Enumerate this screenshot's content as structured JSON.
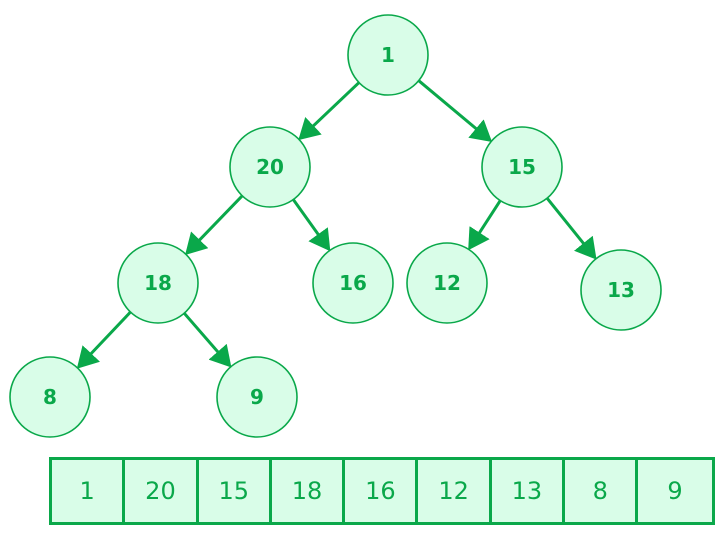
{
  "colors": {
    "stroke": "#0aa84a",
    "fill": "#d9fde8",
    "text": "#0aa84a"
  },
  "tree": {
    "nodes": [
      {
        "id": "n1",
        "label": "1"
      },
      {
        "id": "n20",
        "label": "20"
      },
      {
        "id": "n15",
        "label": "15"
      },
      {
        "id": "n18",
        "label": "18"
      },
      {
        "id": "n16",
        "label": "16"
      },
      {
        "id": "n12",
        "label": "12"
      },
      {
        "id": "n13",
        "label": "13"
      },
      {
        "id": "n8",
        "label": "8"
      },
      {
        "id": "n9",
        "label": "9"
      }
    ],
    "edges": [
      {
        "from": "n1",
        "to": "n20"
      },
      {
        "from": "n1",
        "to": "n15"
      },
      {
        "from": "n20",
        "to": "n18"
      },
      {
        "from": "n20",
        "to": "n16"
      },
      {
        "from": "n15",
        "to": "n12"
      },
      {
        "from": "n15",
        "to": "n13"
      },
      {
        "from": "n18",
        "to": "n8"
      },
      {
        "from": "n18",
        "to": "n9"
      }
    ]
  },
  "array": {
    "cells": [
      "1",
      "20",
      "15",
      "18",
      "16",
      "12",
      "13",
      "8",
      "9"
    ]
  }
}
